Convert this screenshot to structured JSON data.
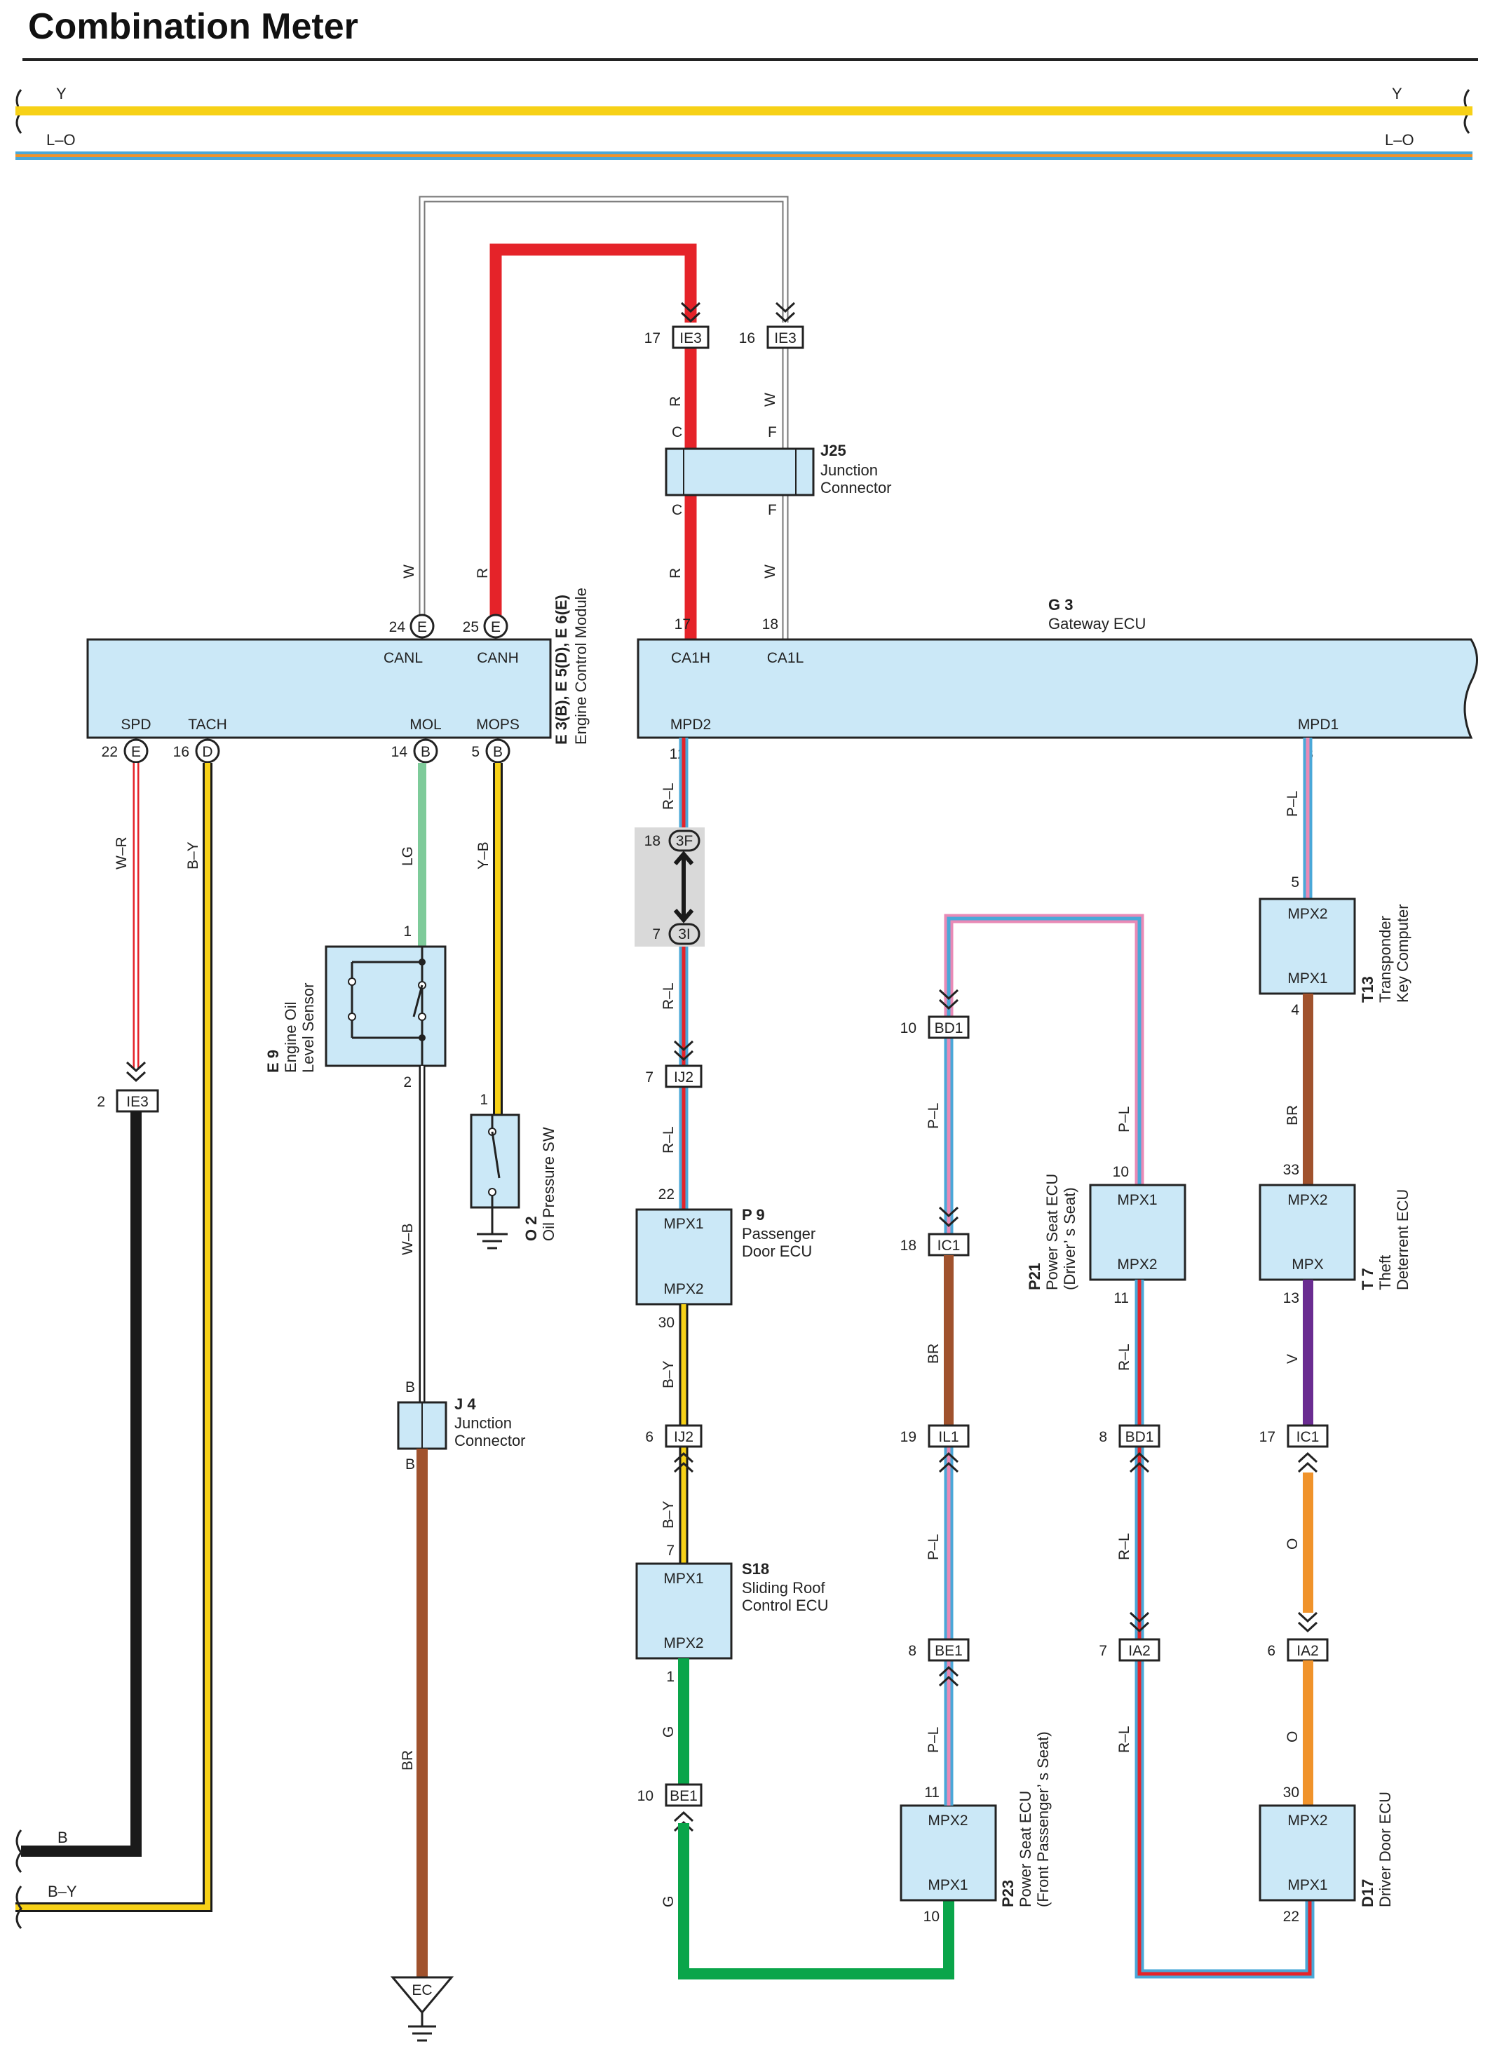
{
  "title": "Combination Meter",
  "buses": [
    {
      "left": "Y",
      "right": "Y"
    },
    {
      "left": "L–O",
      "right": "L–O"
    }
  ],
  "ecm": {
    "ref": "E 3(B), E 5(D), E 6(E)",
    "name": "Engine Control Module",
    "pins": {
      "canl": {
        "num": "24",
        "pin": "E",
        "label": "CANL",
        "wire": "W"
      },
      "canh": {
        "num": "25",
        "pin": "E",
        "label": "CANH",
        "wire": "R"
      },
      "spd": {
        "num": "22",
        "pin": "E",
        "label": "SPD",
        "wire": "W–R"
      },
      "tach": {
        "num": "16",
        "pin": "D",
        "label": "TACH",
        "wire": "B–Y"
      },
      "mol": {
        "num": "14",
        "pin": "B",
        "label": "MOL",
        "wire": "LG"
      },
      "mops": {
        "num": "5",
        "pin": "B",
        "label": "MOPS",
        "wire": "Y–B"
      }
    }
  },
  "gateway": {
    "ref": "G 3",
    "name": "Gateway ECU",
    "pins": {
      "ca1h": {
        "num": "17",
        "label": "CA1H"
      },
      "ca1l": {
        "num": "18",
        "label": "CA1L"
      },
      "mpd2": {
        "num": "12",
        "label": "MPD2"
      },
      "mpd1": {
        "num": "3",
        "label": "MPD1"
      }
    }
  },
  "j25": {
    "ref": "J25",
    "name1": "Junction",
    "name2": "Connector",
    "c": "C",
    "f": "F"
  },
  "j4": {
    "ref": "J 4",
    "name1": "Junction",
    "name2": "Connector",
    "b": "B"
  },
  "ie3_17": {
    "num": "17",
    "label": "IE3"
  },
  "ie3_16": {
    "num": "16",
    "label": "IE3"
  },
  "ie3_2": {
    "num": "2",
    "label": "IE3"
  },
  "wires": {
    "r": "R",
    "w": "W",
    "rl": "R–L",
    "pl": "P–L",
    "by": "B–Y",
    "br": "BR",
    "g": "G",
    "wb": "W–B",
    "v": "V",
    "o": "O",
    "b": "B"
  },
  "e9": {
    "ref": "E 9",
    "name1": "Engine Oil",
    "name2": "Level Sensor",
    "p1": "1",
    "p2": "2"
  },
  "o2": {
    "ref": "O 2",
    "name": "Oil Pressure SW",
    "p1": "1"
  },
  "ground": {
    "ec": "EC"
  },
  "pin3f": {
    "num": "18",
    "label": "3F"
  },
  "pin3i": {
    "num": "7",
    "label": "3I"
  },
  "ij2_7": {
    "num": "7",
    "label": "IJ2"
  },
  "ij2_6": {
    "num": "6",
    "label": "IJ2"
  },
  "be1_10": {
    "num": "10",
    "label": "BE1"
  },
  "be1_8": {
    "num": "8",
    "label": "BE1"
  },
  "bd1_10": {
    "num": "10",
    "label": "BD1"
  },
  "bd1_8": {
    "num": "8",
    "label": "BD1"
  },
  "ic1_18": {
    "num": "18",
    "label": "IC1"
  },
  "ic1_17": {
    "num": "17",
    "label": "IC1"
  },
  "il1_19": {
    "num": "19",
    "label": "IL1"
  },
  "ia2_7": {
    "num": "7",
    "label": "IA2"
  },
  "ia2_6": {
    "num": "6",
    "label": "IA2"
  },
  "p9": {
    "ref": "P 9",
    "name1": "Passenger",
    "name2": "Door ECU",
    "top": "MPX1",
    "bot": "MPX2",
    "in": "22",
    "out": "30"
  },
  "s18": {
    "ref": "S18",
    "name1": "Sliding Roof",
    "name2": "Control ECU",
    "top": "MPX1",
    "bot": "MPX2",
    "in": "7",
    "out": "1"
  },
  "p23": {
    "ref": "P23",
    "name1": "Power Seat ECU",
    "name2": "(Front Passenger’ s Seat)",
    "top": "MPX2",
    "bot": "MPX1",
    "in": "11",
    "out": "10"
  },
  "p21": {
    "ref": "P21",
    "name1": "Power Seat ECU",
    "name2": "(Driver’ s Seat)",
    "top": "MPX1",
    "bot": "MPX2",
    "in": "10",
    "out": "11"
  },
  "t13": {
    "ref": "T13",
    "name1": "Transponder",
    "name2": "Key Computer",
    "top": "MPX2",
    "bot": "MPX1",
    "in": "5",
    "out": "4"
  },
  "t7": {
    "ref": "T 7",
    "name1": "Theft",
    "name2": "Deterrent ECU",
    "top": "MPX2",
    "bot": "MPX",
    "in": "33",
    "out": "13"
  },
  "d17": {
    "ref": "D17",
    "name1": "Driver Door ECU",
    "top": "MPX2",
    "bot": "MPX1",
    "in": "30",
    "out": "22"
  },
  "colors": {
    "yellow": "#f7d117",
    "blue": "#4aa8d8",
    "orange": "#f0932b",
    "red": "#e52329",
    "pink": "#e98ab6",
    "brown": "#a0522d",
    "green": "#0aa54a",
    "lightgreen": "#7ecb9a",
    "purple": "#6a2c91",
    "black": "#1a1a1a",
    "ecubox": "#cbe8f7"
  }
}
